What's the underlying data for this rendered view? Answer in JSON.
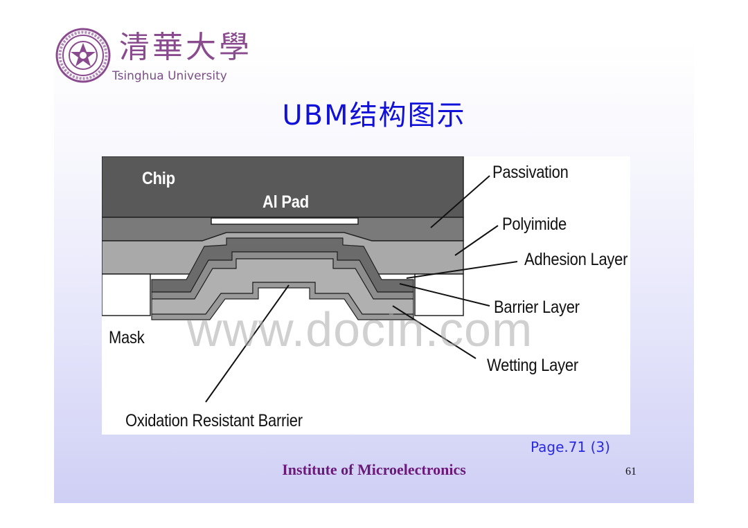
{
  "header": {
    "school_name_cn": "清華大學",
    "school_name_en": "Tsinghua University",
    "logo_icon": "tsinghua-seal-icon"
  },
  "title": "UBM结构图示",
  "diagram": {
    "labels": {
      "chip": "Chip",
      "al_pad": "Al Pad",
      "passivation": "Passivation",
      "polyimide": "Polyimide",
      "adhesion_layer": "Adhesion Layer",
      "barrier_layer": "Barrier Layer",
      "wetting_layer": "Wetting Layer",
      "mask": "Mask",
      "oxidation_resistant_barrier": "Oxidation Resistant Barrier"
    },
    "colors": {
      "chip": "#595959",
      "passivation": "#7a7a7a",
      "polyimide": "#a9a9a9",
      "layer_dark": "#6b6b6b",
      "layer_light": "#b0b0b0",
      "al_pad": "#ffffff"
    }
  },
  "watermark": "www.docin.com",
  "page_ref": "Page.71 (3)",
  "footer": {
    "institute": "Institute of Microelectronics",
    "page_number": "61"
  }
}
